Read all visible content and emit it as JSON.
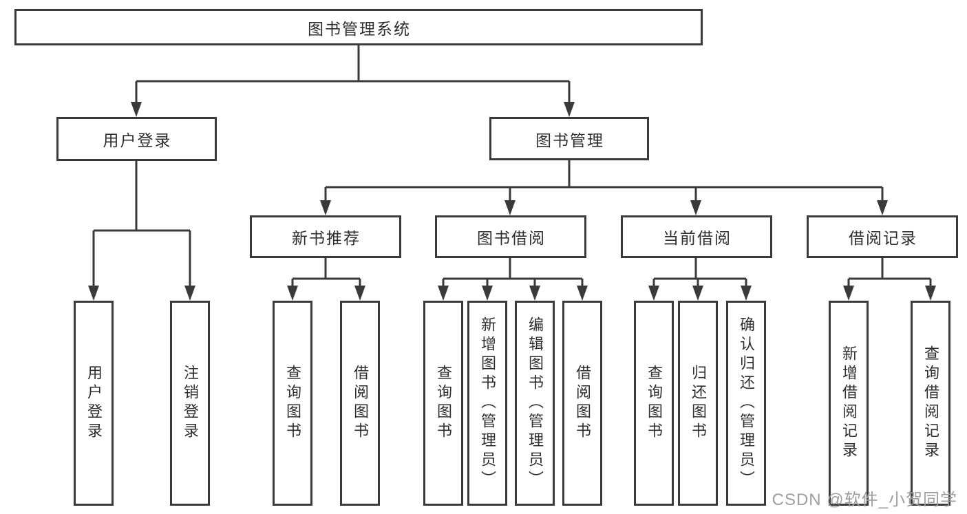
{
  "nodes": {
    "root": "图书管理系统",
    "user_login": "用户登录",
    "book_mgmt": "图书管理",
    "new_book_rec": "新书推荐",
    "book_borrow": "图书借阅",
    "current_borrow": "当前借阅",
    "borrow_records": "借阅记录",
    "leaf_user_login": "用户登录",
    "leaf_logout": "注销登录",
    "nb_query_books": "查询图书",
    "nb_borrow_books": "借阅图书",
    "bb_query_books": "查询图书",
    "bb_add_books": "新增图书（管理员）",
    "bb_edit_books": "编辑图书（管理员）",
    "bb_borrow_books": "借阅图书",
    "cb_query_books": "查询图书",
    "cb_return_books": "归还图书",
    "cb_confirm_return": "确认归还（管理员）",
    "br_add_record": "新增借阅记录",
    "br_query_record": "查询借阅记录"
  },
  "watermark": "CSDN @软件_小贺同学",
  "colors": {
    "line": "#3a3a3a",
    "text": "#2e2e2e",
    "watermark": "#9e9e9e",
    "background": "#ffffff"
  }
}
